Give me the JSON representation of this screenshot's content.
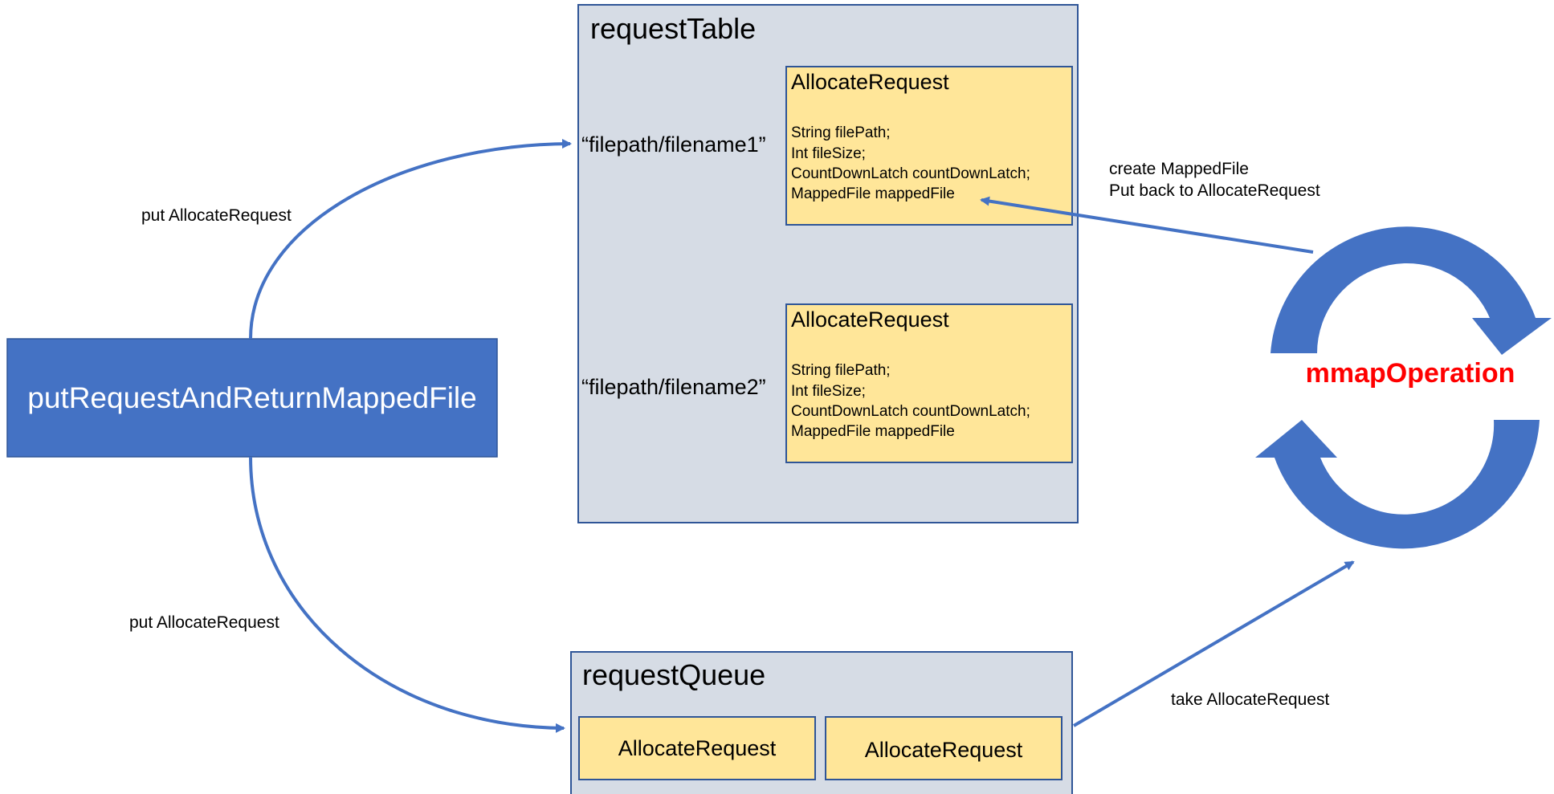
{
  "colors": {
    "blue": "#4472C4",
    "container_fill": "#D6DCE5",
    "container_stroke": "#2F5597",
    "card_fill": "#FFE699",
    "card_stroke": "#2F5597",
    "loop_label": "#FF0000",
    "main_text": "#FFFFFF"
  },
  "main_box": {
    "label": "putRequestAndReturnMappedFile"
  },
  "request_table": {
    "title": "requestTable",
    "entries": [
      {
        "key": "“filepath/filename1”",
        "card": {
          "title": "AllocateRequest",
          "fields": [
            "String filePath;",
            "Int fileSize;",
            "CountDownLatch countDownLatch;",
            "MappedFile mappedFile"
          ]
        }
      },
      {
        "key": "“filepath/filename2”",
        "card": {
          "title": "AllocateRequest",
          "fields": [
            "String filePath;",
            "Int fileSize;",
            "CountDownLatch countDownLatch;",
            "MappedFile mappedFile"
          ]
        }
      }
    ]
  },
  "request_queue": {
    "title": "requestQueue",
    "items": [
      "AllocateRequest",
      "AllocateRequest"
    ]
  },
  "loop": {
    "label": "mmapOperation",
    "icon": "circular-arrows-icon"
  },
  "edges": {
    "put_top": "put AllocateRequest",
    "put_bottom": "put AllocateRequest",
    "take": "take AllocateRequest",
    "create_line1": "create  MappedFile",
    "create_line2": "Put back to AllocateRequest"
  }
}
